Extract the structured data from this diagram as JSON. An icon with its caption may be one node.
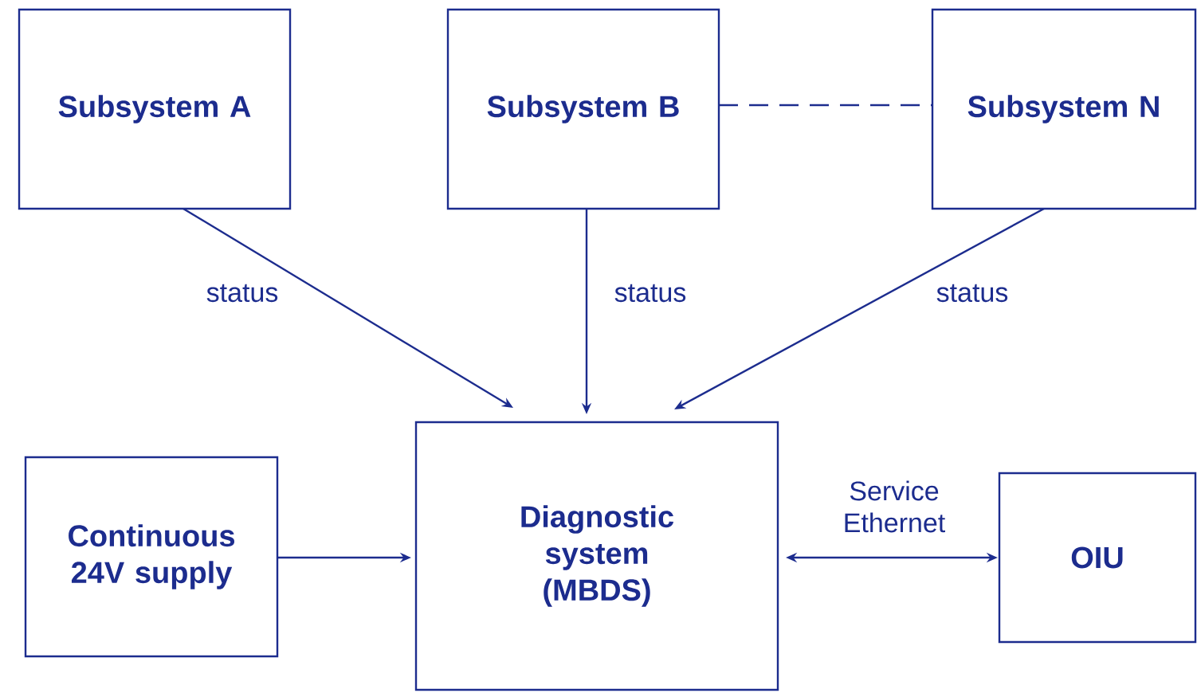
{
  "diagram": {
    "nodes": [
      {
        "text": [
          "Subsystem A"
        ]
      },
      {
        "text": [
          "Subsystem B"
        ]
      },
      {
        "text": [
          "Subsystem N"
        ]
      },
      {
        "text": [
          "Diagnostic system (MBDS)"
        ]
      },
      {
        "text": [
          "Continuous 24V supply"
        ]
      },
      {
        "text": [
          "OIU"
        ]
      }
    ],
    "edges": [
      {
        "from": 0,
        "to": 3,
        "arrow": "to",
        "label": "status"
      },
      {
        "from": 1,
        "to": 3,
        "arrow": "to",
        "label": "status"
      },
      {
        "from": 2,
        "to": 3,
        "arrow": "to",
        "label": "status"
      },
      {
        "from": 1,
        "to": 2,
        "arrow": "none",
        "style": "dashed"
      },
      {
        "from": 4,
        "to": 3,
        "arrow": "to"
      },
      {
        "from": 3,
        "to": 5,
        "arrow": "both",
        "label": "Service Ethernet"
      }
    ]
  }
}
